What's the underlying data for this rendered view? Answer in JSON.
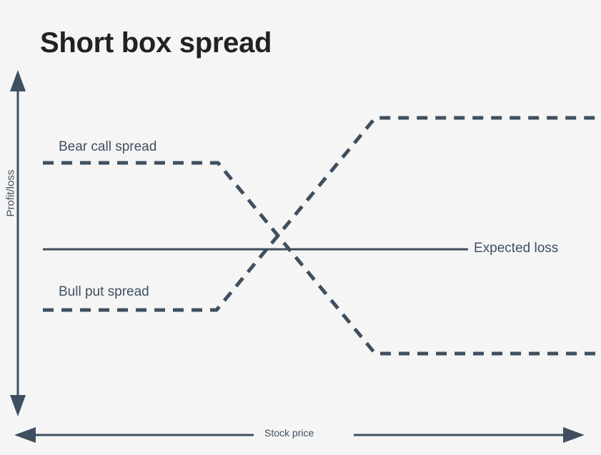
{
  "chart_data": {
    "type": "line",
    "title": "Short box spread",
    "xlabel": "Stock price",
    "ylabel": "Profit/loss",
    "grid": false,
    "legend_position": "inline-annotations",
    "xlim": [
      0,
      100
    ],
    "ylim": [
      -100,
      100
    ],
    "series": [
      {
        "name": "Bear call spread",
        "style": "dashed",
        "color": "#3f4f60",
        "points": [
          {
            "x": 0,
            "y": 52
          },
          {
            "x": 35,
            "y": 52
          },
          {
            "x": 63,
            "y": -43
          },
          {
            "x": 100,
            "y": -43
          }
        ]
      },
      {
        "name": "Bull put spread",
        "style": "dashed",
        "color": "#3f4f60",
        "points": [
          {
            "x": 0,
            "y": -35
          },
          {
            "x": 35,
            "y": -35
          },
          {
            "x": 63,
            "y": 75
          },
          {
            "x": 100,
            "y": 75
          }
        ]
      },
      {
        "name": "Expected loss",
        "style": "solid",
        "color": "#3f4f60",
        "points": [
          {
            "x": 0,
            "y": 0
          },
          {
            "x": 78,
            "y": 0
          }
        ]
      }
    ],
    "annotations": [
      {
        "text": "Bear call spread",
        "x": 5,
        "y": 64
      },
      {
        "text": "Bull put spread",
        "x": 5,
        "y": -24
      },
      {
        "text": "Expected loss",
        "x": 80,
        "y": 0
      }
    ]
  },
  "colors": {
    "background": "#f5f5f5",
    "line": "#3f4f60",
    "title": "#222222"
  },
  "axes": {
    "y_label": "Profit/loss",
    "x_label": "Stock price"
  },
  "labels": {
    "bear_call_spread": "Bear call spread",
    "bull_put_spread": "Bull put spread",
    "expected_loss": "Expected loss"
  },
  "title": "Short box spread"
}
